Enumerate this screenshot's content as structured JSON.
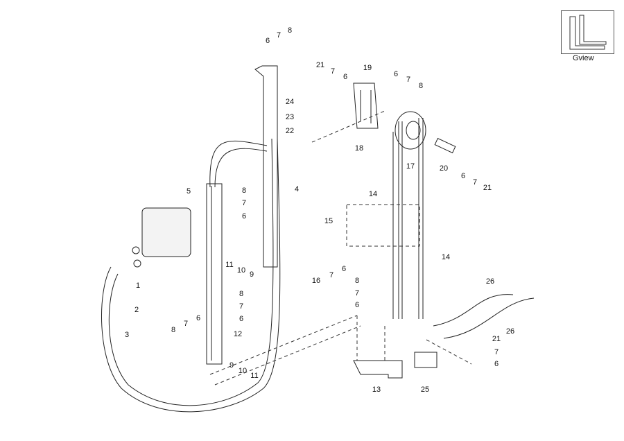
{
  "view_label": "Gview",
  "callouts": [
    "6",
    "7",
    "8",
    "21",
    "7",
    "6",
    "19",
    "6",
    "7",
    "8",
    "24",
    "23",
    "22",
    "18",
    "17",
    "20",
    "6",
    "7",
    "21",
    "5",
    "4",
    "8",
    "7",
    "6",
    "14",
    "15",
    "14",
    "11",
    "10",
    "9",
    "1",
    "16",
    "7",
    "6",
    "8",
    "7",
    "6",
    "8",
    "7",
    "6",
    "26",
    "26",
    "2",
    "8",
    "7",
    "6",
    "3",
    "12",
    "21",
    "7",
    "6",
    "9",
    "10",
    "11",
    "13",
    "25"
  ]
}
